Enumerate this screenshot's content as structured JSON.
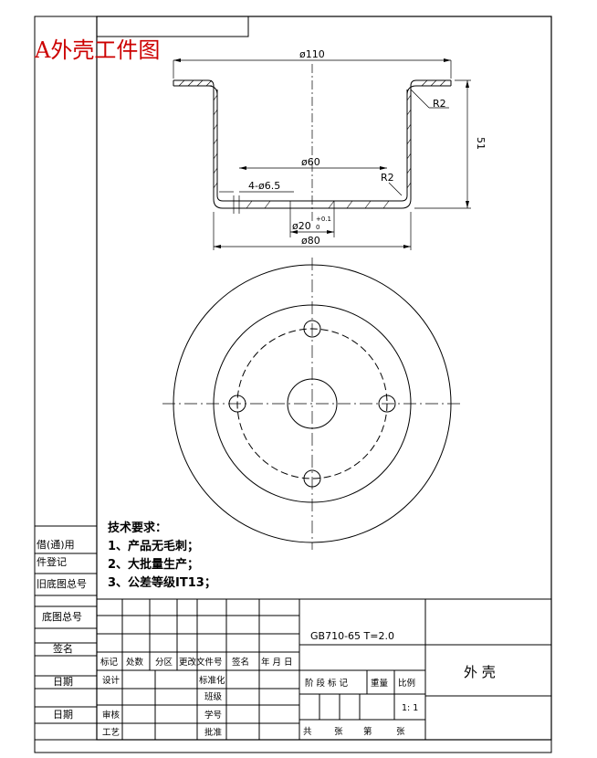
{
  "heading": "A外壳工件图",
  "dimensions": {
    "d110": "ø110",
    "r2_top": "R2",
    "h51": "51",
    "d60": "ø60",
    "holes": "4-ø6.5",
    "r2_bottom": "R2",
    "d20": "ø20",
    "d20_tol": "+0.1",
    "d20_tol_low": "0",
    "d80": "ø80"
  },
  "tech_requirements": {
    "title": "技术要求：",
    "items": [
      "1、产品无毛刺；",
      "2、大批量生产；",
      "3、公差等级IT13；"
    ]
  },
  "left_strip": {
    "borrow": "借(通)用",
    "register": "件登记",
    "old_drawing": "旧底图总号",
    "base_drawing": "底图总号",
    "sign": "签名",
    "date1": "日期",
    "date2": "日期"
  },
  "title_block": {
    "spec": "GB710-65  T=2.0",
    "part_name": "外  壳",
    "header_row": [
      "标记",
      "处数",
      "分区",
      "更改文件号",
      "签名",
      "年 月 日"
    ],
    "design": "设计",
    "standardize": "标准化",
    "class_level": "班级",
    "review": "审核",
    "student_no": "学号",
    "process": "工艺",
    "approve": "批准",
    "stage_mark": "阶 段 标 记",
    "weight": "重量",
    "scale_label": "比例",
    "scale_value": "1: 1",
    "total": "共",
    "sheets": "张",
    "number": "第",
    "sheet": "张"
  }
}
